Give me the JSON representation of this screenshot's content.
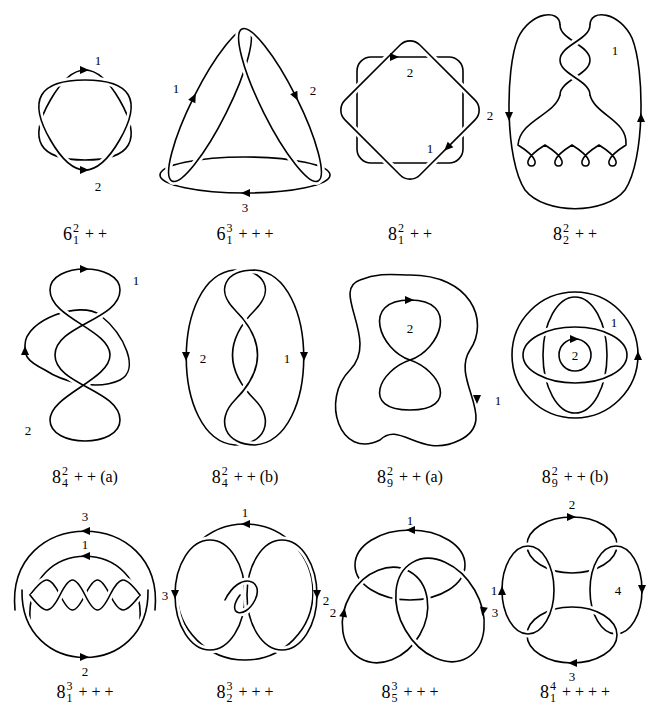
{
  "diagram": {
    "labels": [
      "1",
      "2",
      "6",
      "2",
      "1",
      "+ +",
      "1",
      "2",
      "3",
      "6",
      "3",
      "1",
      "+ + +",
      "2",
      "1",
      "8",
      "2",
      "1",
      "+ +",
      "2",
      "1",
      "8",
      "2",
      "2",
      "+ +",
      "1",
      "2",
      "8",
      "2",
      "4",
      "+ + (a)",
      "2",
      "1",
      "8",
      "2",
      "4",
      "+ + (b)",
      "2",
      "1",
      "8",
      "2",
      "9",
      "+ + (a)",
      "2",
      "1",
      "8",
      "2",
      "9",
      "+ + (b)",
      "3",
      "1",
      "2",
      "8",
      "3",
      "1",
      "+ + +",
      "1",
      "3",
      "2",
      "8",
      "3",
      "2",
      "+ + +",
      "1",
      "2",
      "3",
      "8",
      "3",
      "5",
      "+ + +",
      "2",
      "1",
      "4",
      "3",
      "8",
      "4",
      "1",
      "+ + + +"
    ]
  }
}
